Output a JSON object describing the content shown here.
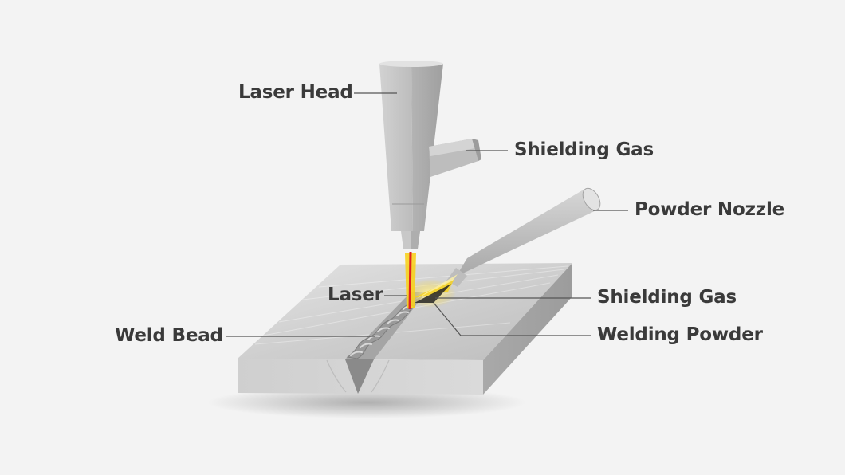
{
  "labels": {
    "laser_head": "Laser Head",
    "shielding_gas_top": "Shielding Gas",
    "powder_nozzle": "Powder Nozzle",
    "laser": "Laser",
    "shielding_gas_bottom": "Shielding Gas",
    "weld_bead": "Weld Bead",
    "welding_powder": "Welding Powder"
  },
  "colors": {
    "background": "#f3f3f3",
    "label_text": "#3a3a3a",
    "leader_line": "#555555",
    "laser_beam": "#e02020",
    "shielding_gas": "#f7d21e",
    "metal": "#b9b9b9"
  }
}
